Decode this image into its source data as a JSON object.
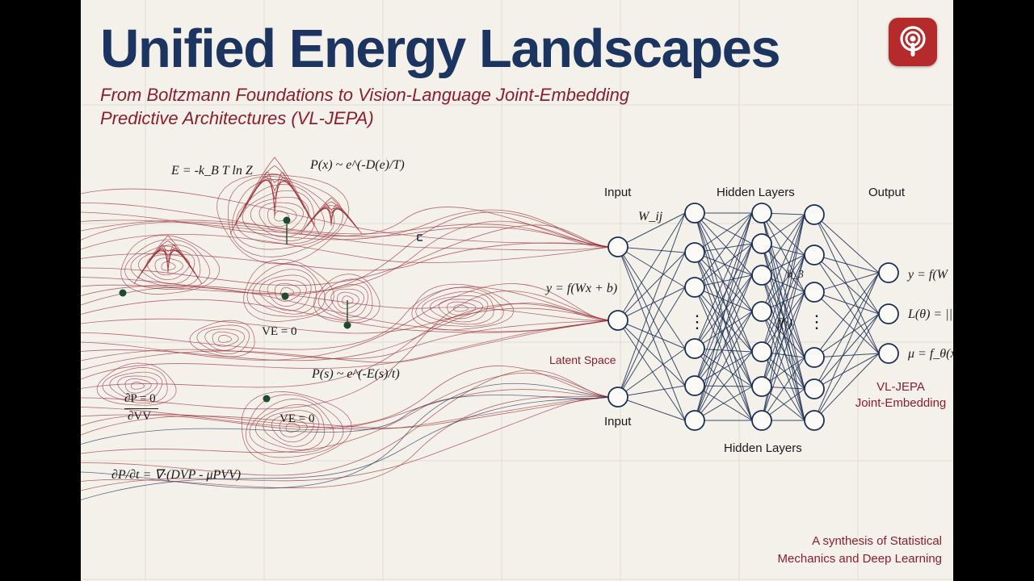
{
  "header": {
    "title": "Unified Energy Landscapes",
    "subtitle_line1": "From Boltzmann Foundations to Vision-Language Joint-Embedding",
    "subtitle_line2": "Predictive Architectures (VL-JEPA)"
  },
  "badge": {
    "icon": "podcast-icon",
    "color": "#b52a2a"
  },
  "landscape": {
    "equations": {
      "free_energy": "E = -k_B T ln Z",
      "boltzmann": "P(x) ~ e^(-D(e)/T)",
      "ve_top": "VE = 0",
      "ps": "P(s) ~ e^(-E(s)/t)",
      "ve_bottom": "VE = 0",
      "dp_num": "∂P = 0",
      "dp_den": "∂VV",
      "fp": "∂P/∂t = ∇·(DVP - μPVV)"
    },
    "line_color": "#9a2b35"
  },
  "network": {
    "labels": {
      "input_top": "Input",
      "hidden_top": "Hidden Layers",
      "output": "Output",
      "weights": "W_ij",
      "bias": "b_3",
      "activation": "f(·)",
      "layer_eq": "y = f(Wx + b)",
      "latent": "Latent Space",
      "input_bottom": "Input",
      "hidden_bottom": "Hidden Layers",
      "out_eq1": "y = f(W",
      "out_eq2": "L(θ) = ||",
      "out_eq3": "μ = f_θ(x_s"
    },
    "ellipsis": "⋮",
    "line_color": "#1c2f55"
  },
  "footer": {
    "vljepa_line1": "VL-JEPA",
    "vljepa_line2": "Joint-Embedding",
    "synthesis_line1": "A synthesis of Statistical",
    "synthesis_line2": "Mechanics and Deep Learning"
  }
}
